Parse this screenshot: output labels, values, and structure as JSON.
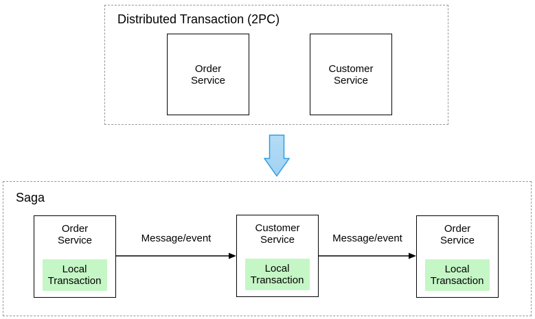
{
  "two_pc": {
    "title": "Distributed Transaction (2PC)",
    "nodes": [
      {
        "label": "Order\nService"
      },
      {
        "label": "Customer\nService"
      }
    ]
  },
  "transition": {
    "icon": "down-arrow",
    "fill": "#a9d6f4",
    "stroke": "#2e9edf"
  },
  "saga": {
    "title": "Saga",
    "nodes": [
      {
        "label": "Order\nService",
        "local_transaction": "Local\nTransaction"
      },
      {
        "label": "Customer\nService",
        "local_transaction": "Local\nTransaction"
      },
      {
        "label": "Order\nService",
        "local_transaction": "Local\nTransaction"
      }
    ],
    "edges": [
      {
        "label": "Message/event"
      },
      {
        "label": "Message/event"
      }
    ]
  },
  "colors": {
    "node_border": "#000000",
    "group_border": "#969696",
    "local_transaction_fill": "#c5f6c5",
    "text": "#000000",
    "background": "#ffffff"
  }
}
